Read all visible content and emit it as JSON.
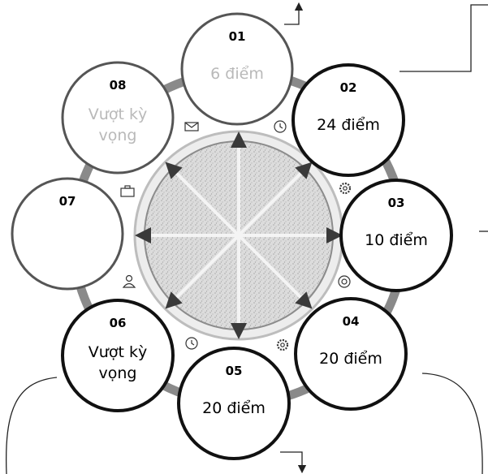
{
  "diagram": {
    "nodes": [
      {
        "id": "01",
        "lines": [
          "6 điểm"
        ],
        "faded": true
      },
      {
        "id": "02",
        "lines": [
          "24 điểm"
        ],
        "faded": false
      },
      {
        "id": "03",
        "lines": [
          "10 điểm"
        ],
        "faded": false
      },
      {
        "id": "04",
        "lines": [
          "20 điểm"
        ],
        "faded": false
      },
      {
        "id": "05",
        "lines": [
          "20 điểm"
        ],
        "faded": false
      },
      {
        "id": "06",
        "lines": [
          "Vượt kỳ",
          "vọng"
        ],
        "faded": false
      },
      {
        "id": "07",
        "lines": [],
        "faded": true
      },
      {
        "id": "08",
        "lines": [
          "Vượt kỳ",
          "vọng"
        ],
        "faded": true
      }
    ],
    "icons": [
      "mail-icon",
      "clock-icon",
      "gear-icon",
      "target-icon",
      "gear-icon",
      "clock-icon",
      "person-icon",
      "briefcase-icon"
    ],
    "colors": {
      "ring": "#7a7a7a",
      "ring_light": "#c8c8c8",
      "circle_stroke": "#111111",
      "hub_fill": "#d9d9d9"
    }
  }
}
